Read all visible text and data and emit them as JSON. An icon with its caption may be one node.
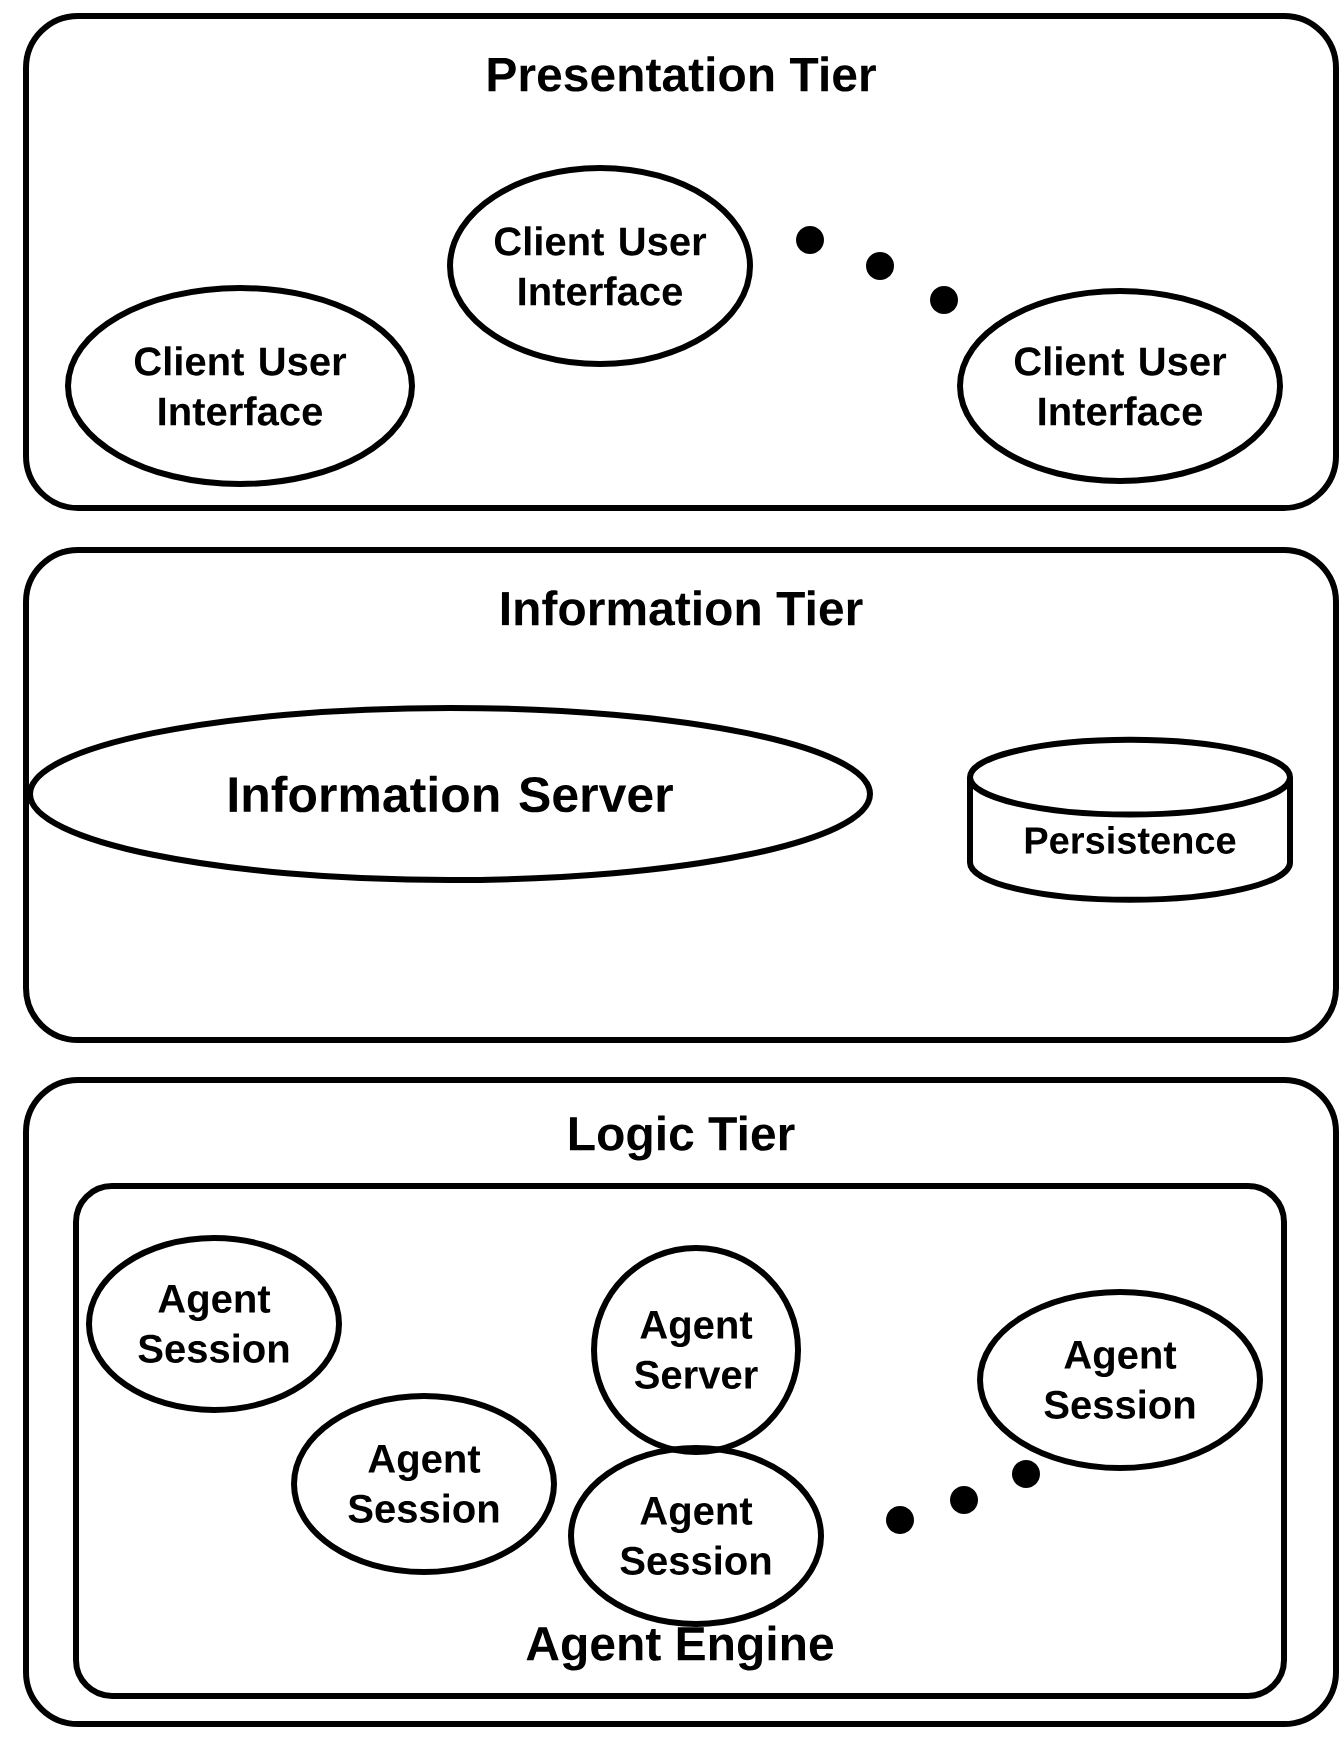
{
  "diagram": {
    "nodes": [
      {
        "text": [
          "Presentation Tier"
        ]
      },
      {
        "text": [
          "Client User Interface"
        ],
        "in": 0
      },
      {
        "text": [
          "Client User Interface"
        ],
        "in": 0
      },
      {
        "text": [
          "Client User Interface"
        ],
        "in": 0
      },
      {
        "text": [
          "Information Tier"
        ]
      },
      {
        "text": [
          "Information Server"
        ],
        "in": 4
      },
      {
        "text": [
          "Persistence"
        ],
        "in": 4
      },
      {
        "text": [
          "Logic Tier"
        ]
      },
      {
        "text": [
          "Agent Engine"
        ],
        "in": 7
      },
      {
        "text": [
          "Agent Session"
        ],
        "in": 8
      },
      {
        "text": [
          "Agent Session"
        ],
        "in": 8
      },
      {
        "text": [
          "Agent Server"
        ],
        "in": 8
      },
      {
        "text": [
          "Agent Session"
        ],
        "in": 8
      },
      {
        "text": [
          "Agent Session"
        ],
        "in": 8
      }
    ]
  }
}
